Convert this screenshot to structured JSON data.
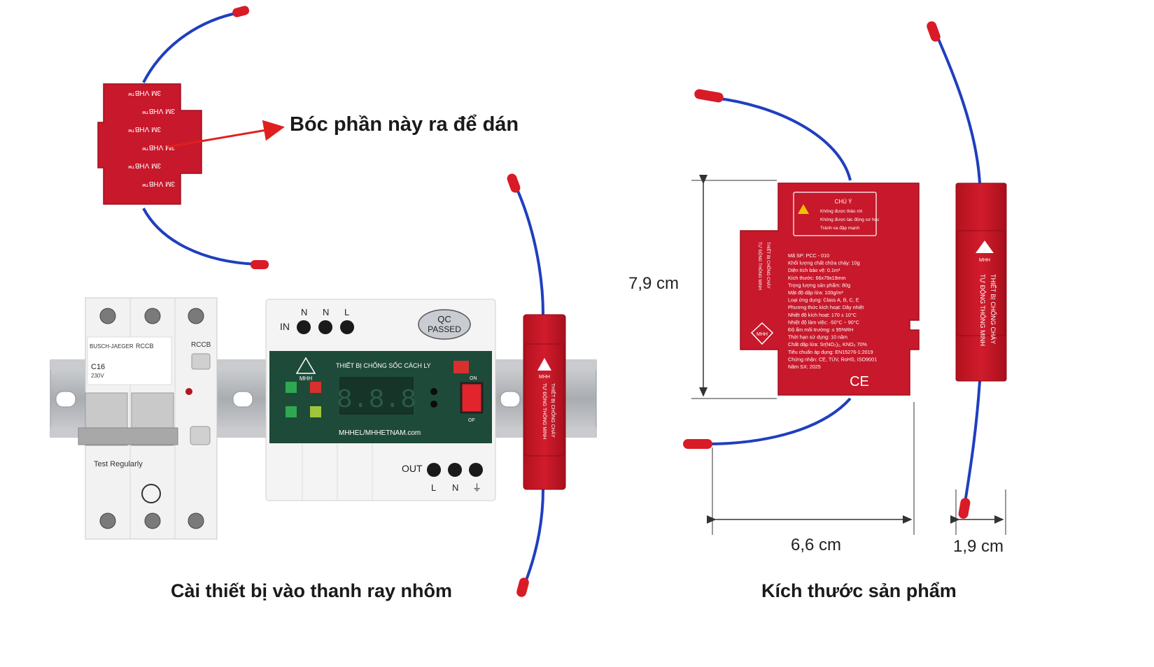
{
  "colors": {
    "product_red": "#c8182b",
    "wire_blue": "#1f3fbf",
    "tip_red": "#d81b26",
    "arrow_red": "#e0201e",
    "module_green": "#1e4a3a",
    "rail_grey": "#b9bcc0",
    "device_white": "#f2f2f2"
  },
  "top_left": {
    "tape_text": [
      "3M VHB™",
      "3M VHB™",
      "3M VHB™",
      "3M VHB™",
      "3M VHB™",
      "3M VHB™"
    ],
    "peel_label": "Bóc phần này ra để dán"
  },
  "rail_scene": {
    "breaker": {
      "brand": "BUSCH-JAEGER",
      "rccb_label": "RCCB",
      "rating": "C16",
      "voltage": "230V",
      "rccb_side": "RCCB",
      "test_text": "Test Regularly"
    },
    "module": {
      "in_label": "IN",
      "in_terminals": [
        "N",
        "N",
        "L"
      ],
      "qc_line1": "QC",
      "qc_line2": "PASSED",
      "logo": "MHH",
      "title": "THIẾT BỊ CHỐNG SỐC CÁCH LY",
      "display": "8.8.8",
      "website": "MHHEL/MHHETNAM.com",
      "on_label": "ON",
      "off_label": "OF",
      "out_label": "OUT",
      "out_terminals": [
        "L",
        "N",
        "⏚"
      ]
    },
    "red_unit_text": [
      "THIẾT BỊ CHỐNG CHÁY",
      "TỰ ĐỘNG THÔNG MINH"
    ],
    "red_unit_logo": "MHH",
    "caption": "Cài thiết bị vào thanh ray nhôm"
  },
  "right_scene": {
    "notice_title": "CHÚ Ý",
    "notice_lines": [
      "Không được thảo rời",
      "Không được tác động cơ học",
      "Tránh va đập mạnh"
    ],
    "spec_lines": [
      "Mã SP: PCC - 010",
      "Khối lượng chất chữa cháy: 10g",
      "Diện tích bảo vệ: 0.1m³",
      "Kích thước: 66x79x19mm",
      "Trọng lượng sản phẩm: 80g",
      "Mật độ dập lửa: 100g/m³",
      "Loại ứng dụng: Class A, B, C, E",
      "Phương thức kích hoạt: Dây nhiệt",
      "Nhiệt độ kích hoạt: 170 ± 10°C",
      "Nhiệt độ làm việc: -50°C ~ 90°C",
      "Độ ẩm môi trường: ≤ 95%RH",
      "Thời hạn sử dụng: 10 năm",
      "Chất dập lửa: Sr(NO₃)₂, KNO₃ 70%",
      "Tiêu chuẩn áp dụng: EN15276-1:2019",
      "Chứng nhận: CE, TÜV, RoHS, ISO9001",
      "Năm SX: 2025"
    ],
    "ce_mark": "CE",
    "logo": "MHH",
    "side_text": [
      "THIẾT BỊ CHỐNG CHÁY",
      "TỰ ĐỘNG THÔNG MINH"
    ],
    "height_label": "7,9 cm",
    "width_label": "6,6 cm",
    "depth_label": "1,9 cm",
    "caption": "Kích thước sản phẩm"
  }
}
